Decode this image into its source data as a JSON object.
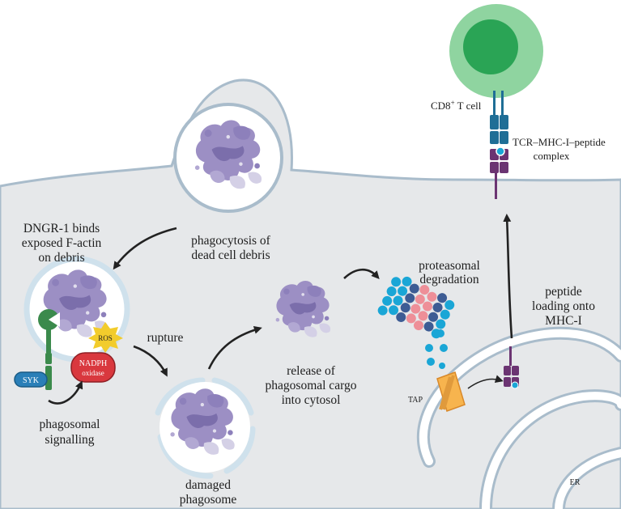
{
  "labels": {
    "dngr1": [
      "DNGR-1 binds",
      "exposed F-actin",
      "on debris"
    ],
    "phagocytosis": [
      "phagocytosis of",
      "dead cell debris"
    ],
    "rupture": "rupture",
    "release": [
      "release of",
      "phagosomal cargo",
      "into cytosol"
    ],
    "proteasomal": [
      "proteasomal",
      "degradation"
    ],
    "peptide_loading": [
      "peptide",
      "loading onto",
      "MHC-I"
    ],
    "phagosomal_signalling": [
      "phagosomal",
      "signalling"
    ],
    "damaged_phagosome": [
      "damaged",
      "phagosome"
    ],
    "cd8_prefix": "CD8",
    "cd8_sup": "+",
    "cd8_suffix": " T cell",
    "tcr_complex": [
      "TCR–MHC-I–peptide",
      "complex"
    ],
    "syk": "SYK",
    "nadph": [
      "NADPH",
      "oxidase"
    ],
    "ros": "ROS",
    "tap": "TAP",
    "er": "ER"
  },
  "colors": {
    "cytoplasm": "#e6e8ea",
    "membrane": "#a9bccb",
    "debris": "#9c8fc4",
    "debris_light": "#d4d0e6",
    "tcell_outer": "#8fd4a0",
    "tcell_nucleus": "#2aa455",
    "tcr_blue": "#1f6e96",
    "mhc_purple": "#6b3472",
    "proteasome_blue": "#1aa6d6",
    "proteasome_pink": "#ee8f98",
    "proteasome_navy": "#3d5c94",
    "syk": "#2a7fb8",
    "nadph": "#d9383e",
    "ros": "#f2cc2c",
    "tap": "#f7b44e",
    "dngr1": "#3b8a4c"
  }
}
